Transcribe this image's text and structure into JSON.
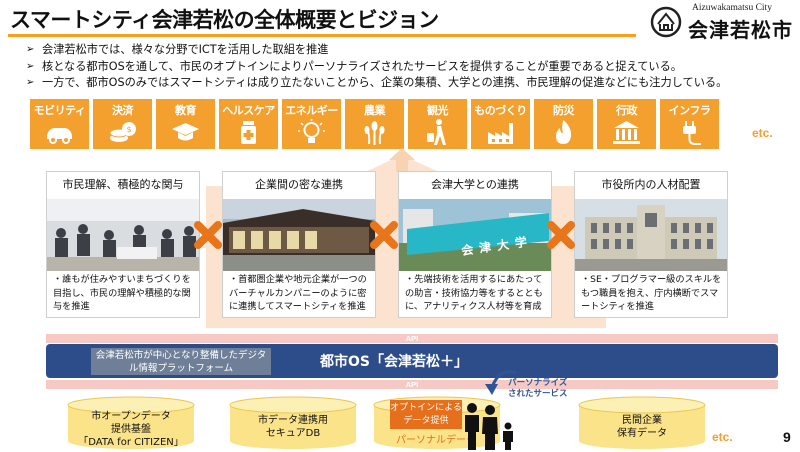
{
  "title": "スマートシティ会津若松の全体概要とビジョン",
  "logo": {
    "english": "Aizuwakamatsu City",
    "kanji": "会津若松市"
  },
  "bullets": [
    "会津若松市では、様々な分野でICTを活用した取組を推進",
    "核となる都市OSを通して、市民のオプトインによりパーソナライズされたサービスを提供することが重要であると捉えている。",
    "一方で、都市OSのみではスマートシティは成り立たないことから、企業の集積、大学との連携、市民理解の促進などにも注力している。"
  ],
  "bullet_marker": "➢",
  "domains": [
    {
      "label": "モビリティ",
      "icon": "car-icon"
    },
    {
      "label": "決済",
      "icon": "coin-icon"
    },
    {
      "label": "教育",
      "icon": "graduation-cap-icon"
    },
    {
      "label": "ヘルスケア",
      "icon": "medicine-icon"
    },
    {
      "label": "エネルギー",
      "icon": "light-bulb-icon"
    },
    {
      "label": "農業",
      "icon": "wheat-icon"
    },
    {
      "label": "観光",
      "icon": "traveler-icon"
    },
    {
      "label": "ものづくり",
      "icon": "factory-icon"
    },
    {
      "label": "防災",
      "icon": "fire-icon"
    },
    {
      "label": "行政",
      "icon": "government-building-icon"
    },
    {
      "label": "インフラ",
      "icon": "plug-icon"
    }
  ],
  "etc_label": "etc.",
  "pillars": [
    {
      "heading": "市民理解、積極的な関与",
      "photo": "citizen-meeting-photo",
      "desc": "・誰もが住みやすいまちづくりを目指し、市民の理解や積極的な関与を推進"
    },
    {
      "heading": "企業間の密な連携",
      "photo": "office-building-photo",
      "desc": "・首都圏企業や地元企業が一つのバーチャルカンパニーのように密に連携してスマートシティを推進"
    },
    {
      "heading": "会津大学との連携",
      "photo": "university-banner-photo",
      "desc": "・先端技術を活用するにあたっての助言・技術協力等をするとともに、アナリティクス人材等を育成"
    },
    {
      "heading": "市役所内の人材配置",
      "photo": "city-hall-photo",
      "desc": "・SE・プログラマー級のスキルをもつ職員を抱え、庁内横断でスマートシティを推進"
    }
  ],
  "university_banner_text": "会津大学",
  "api_label": "API",
  "city_os": {
    "note": "会津若松市が中心となり整備したデジタル情報プラットフォーム",
    "title": "都市OS「会津若松＋」"
  },
  "data_sources": [
    {
      "label": "市オープンデータ提供基盤「DATA for CITIZEN」"
    },
    {
      "label": "市データ連携用セキュアDB"
    },
    {
      "label": "パーソナルデータ"
    },
    {
      "label": "民間企業保有データ"
    }
  ],
  "data_source_lines": [
    [
      "市オープンデータ",
      "提供基盤",
      "「DATA for CITIZEN」"
    ],
    [
      "市データ連携用",
      "セキュアDB"
    ],
    [
      "民間企業",
      "保有データ"
    ]
  ],
  "optin": {
    "line1": "オプトインによる",
    "line2": "データ提供"
  },
  "personalized_service": {
    "line1": "パーソナライズ",
    "line2": "されたサービス"
  },
  "page_number": "9",
  "colors": {
    "accent_orange": "#f3a02e",
    "title_rule": "#f7a01c",
    "os_blue": "#2c4d8a",
    "api_pink": "#f6c9c4",
    "cylinder_yellow": "#fbe38a",
    "cross_orange": "#e8751a",
    "house_peach": "#fbe3cf"
  }
}
